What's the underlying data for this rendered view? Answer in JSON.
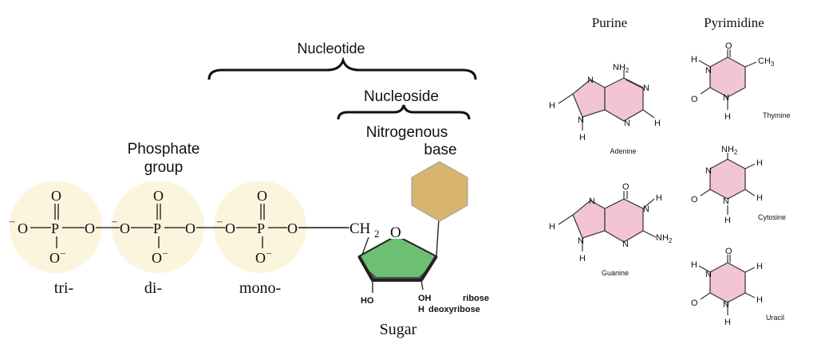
{
  "labels": {
    "nucleotide": "Nucleotide",
    "nucleoside": "Nucleoside",
    "nitrogenous_line1": "Nitrogenous",
    "nitrogenous_line2": "base",
    "phosphate_line1": "Phosphate",
    "phosphate_line2": "group",
    "tri": "tri-",
    "di": "di-",
    "mono": "mono-",
    "sugar": "Sugar",
    "ch2": "CH",
    "ch2_sub": "2",
    "ho": "HO",
    "oh": "OH",
    "h": "H",
    "ribose": "ribose",
    "deoxyribose": "deoxyribose",
    "purine": "Purine",
    "pyrimidine": "Pyrimidine"
  },
  "phosphates": [
    {
      "label": "tri-"
    },
    {
      "label": "di-"
    },
    {
      "label": "mono-"
    }
  ],
  "phosphate_atoms": {
    "o": "O",
    "p": "P",
    "o_minus": "O",
    "minus": "−",
    "charge_minus": "–"
  },
  "bases": {
    "adenine": "Adenine",
    "guanine": "Guanine",
    "thymine": "Thymine",
    "cytosine": "Cytosine",
    "uracil": "Uracil"
  },
  "atoms": {
    "N": "N",
    "H": "H",
    "O": "O",
    "NH2": "NH",
    "sub2": "2",
    "CH3": "CH",
    "sub3": "3"
  },
  "colors": {
    "phosphate_circle": "#fbf5dd",
    "sugar_fill": "#6cbf73",
    "base_hexagon": "#d7b56e",
    "base_ring": "#f2c4d6"
  }
}
